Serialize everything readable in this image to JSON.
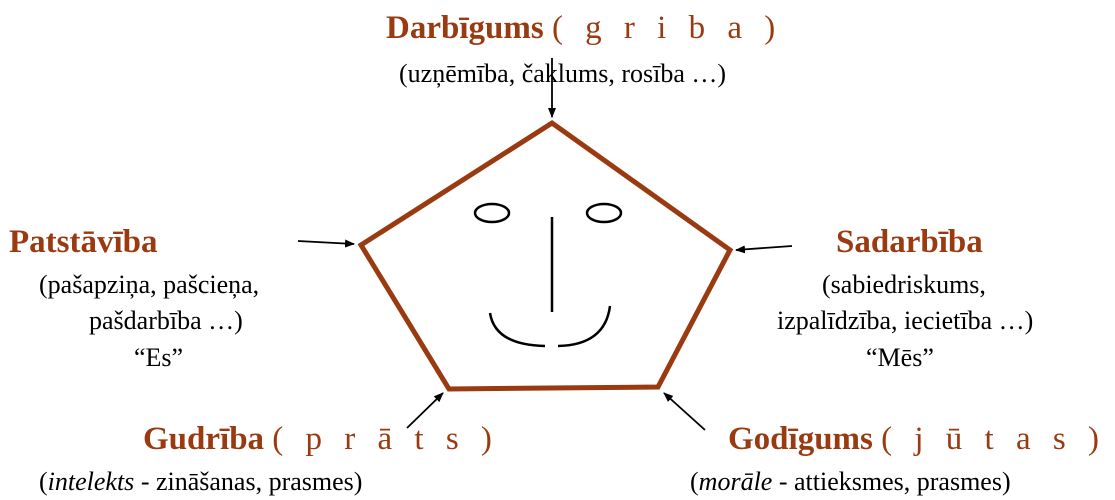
{
  "colors": {
    "accent": "#9a3a10",
    "stroke": "#000000"
  },
  "top": {
    "title": "Darbīgums",
    "qualifier": "( g r i b a )",
    "detail": "(uzņēmība,  čaklums, rosība …)"
  },
  "left": {
    "title": "Patstāvība",
    "detail_1": "(pašapziņa, pašcieņa,",
    "detail_2": "pašdarbība …)",
    "note": "“Es”"
  },
  "right": {
    "title": "Sadarbība",
    "detail_1": "(sabiedriskums,",
    "detail_2": "izpalīdzība, iecietība …)",
    "note": "“Mēs”"
  },
  "bottom_left": {
    "title": "Gudrība",
    "qualifier": "( p r ā t s )",
    "detail_prefix": "(",
    "detail_italic": "intelekts",
    "detail_rest": " - zināšanas, prasmes)"
  },
  "bottom_right": {
    "title": "Godīgums",
    "qualifier": "( j ū t a s )",
    "detail_prefix": "(",
    "detail_italic": "morāle",
    "detail_rest": " - attieksmes, prasmes)"
  }
}
